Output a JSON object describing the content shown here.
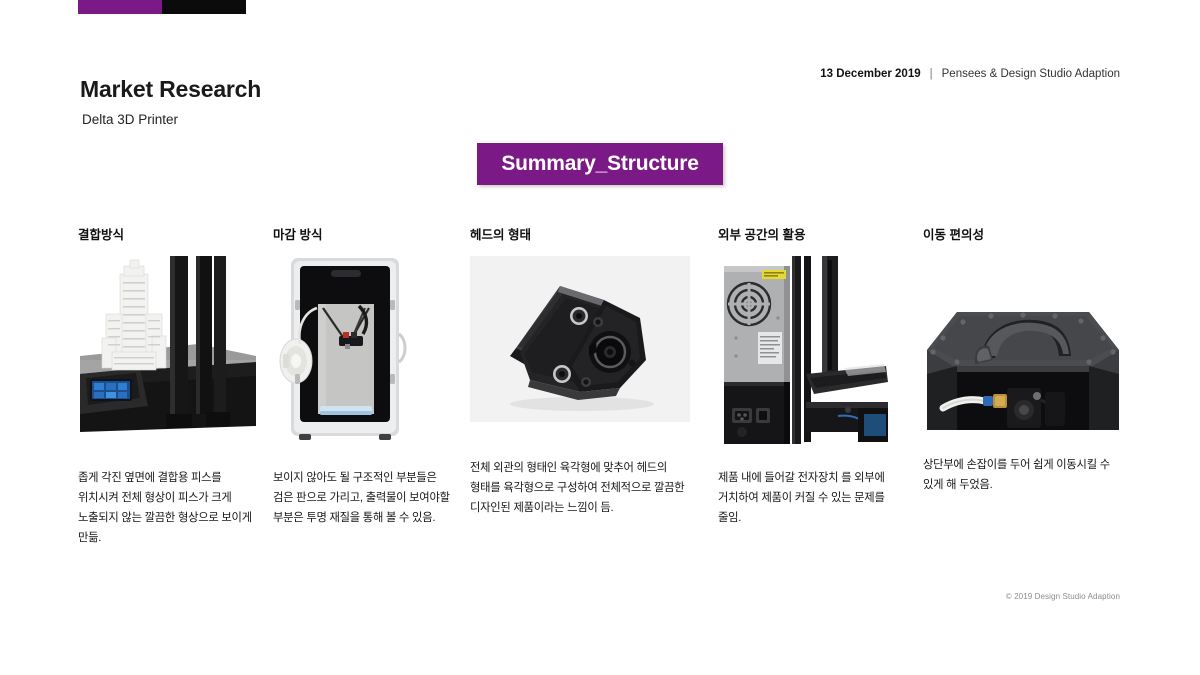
{
  "brand": {
    "accent_purple": "#7b1a86",
    "accent_black": "#0b0b0b"
  },
  "header": {
    "title": "Market Research",
    "subtitle": "Delta 3D Printer",
    "date": "13 December 2019",
    "separator": "|",
    "organization": "Pensees & Design Studio Adaption"
  },
  "section": {
    "banner_label": "Summary_Structure"
  },
  "columns": [
    {
      "heading": "결합방식",
      "caption": "좁게 각진 옆면에 결합용 피스를 위치시켜 전체 형상이 피스가 크게 노출되지 않는 깔끔한 형상으로 보이게 만듦.",
      "image_name": "printer-with-printed-building-model"
    },
    {
      "heading": "마감 방식",
      "caption": "보이지 않아도 될 구조적인 부분들은 검은 판으로 가리고, 출력물이 보여야할 부분은 투명 재질을 통해 볼 수 있음.",
      "image_name": "enclosed-delta-printer-front"
    },
    {
      "heading": "헤드의 형태",
      "caption": "전체 외관의 형태인 육각형에 맞추어 헤드의 형태를 육각형으로 구성하여 전체적으로 깔끔한 디자인된 제품이라는 느낌이 듬.",
      "image_name": "hexagonal-print-head-module"
    },
    {
      "heading": "외부 공간의 활용",
      "caption": "제품 내에 들어갈 전자장치 를 외부에 거치하여 제품이 커질 수 있는 문제를 줄임.",
      "image_name": "external-power-supply-unit"
    },
    {
      "heading": "이동 편의성",
      "caption": "상단부에 손잡이를 두어 쉽게 이동시킬 수 있게 해 두었음.",
      "image_name": "top-carry-handle"
    }
  ],
  "footer": {
    "copyright": "© 2019 Design Studio Adaption"
  }
}
